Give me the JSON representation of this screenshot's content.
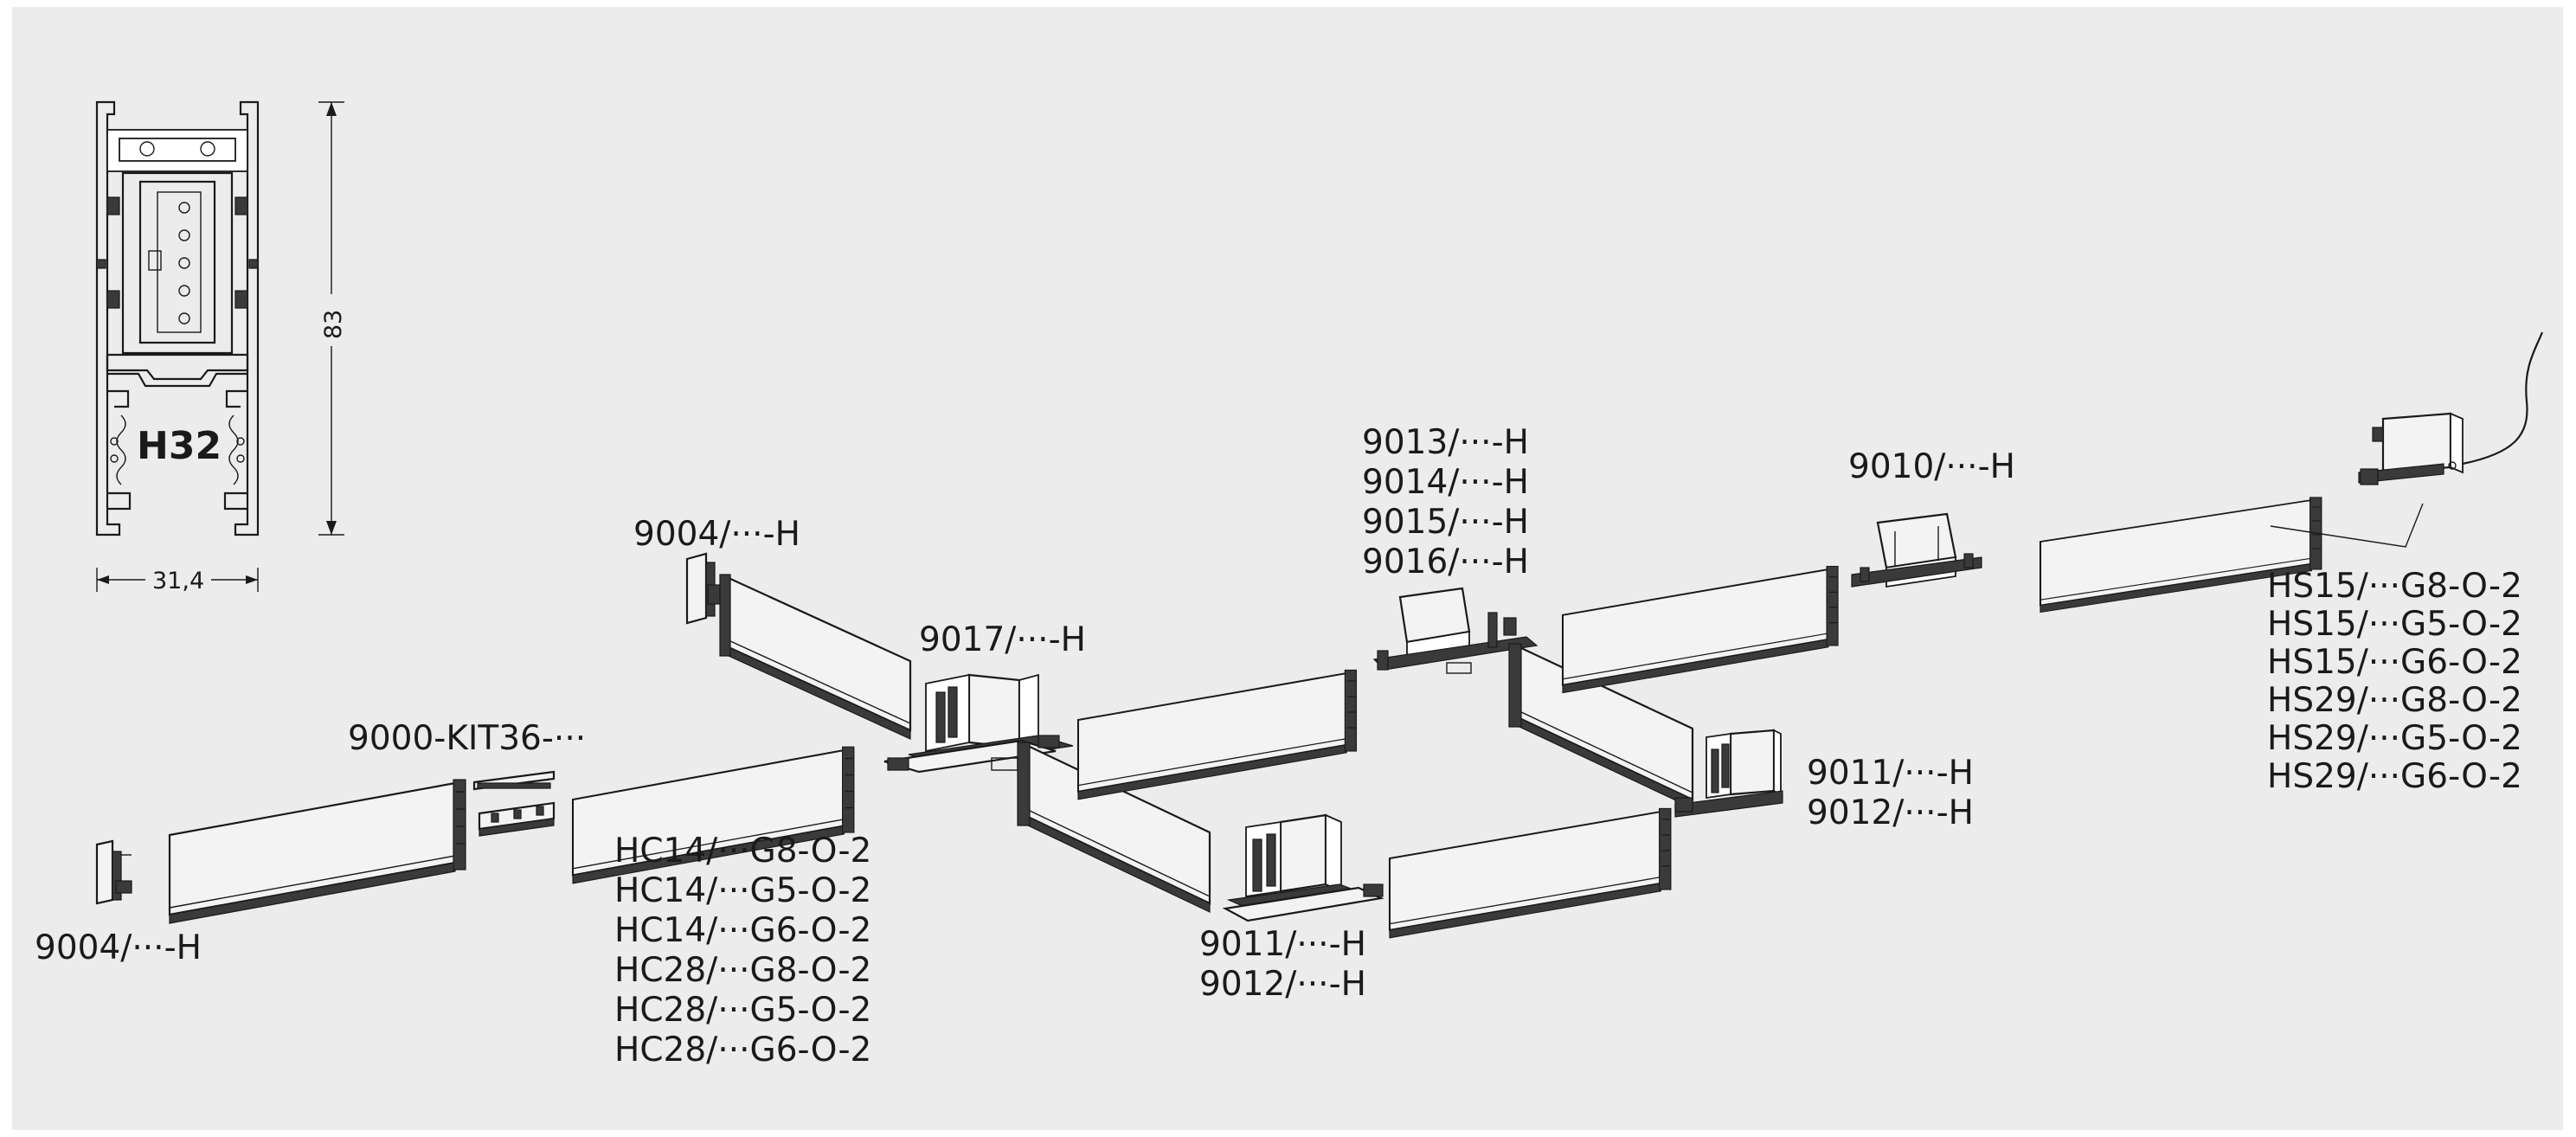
{
  "profile": {
    "name": "H32",
    "height_dim": "83",
    "width_dim": "31,4"
  },
  "labels": {
    "end_cap_top": "9004/···-H",
    "end_cap_bottom": "9004/···-H",
    "connector_kit": "9000-KIT36-···",
    "x_connector": "9017/···-H",
    "t_connectors_top": [
      "9013/···-H",
      "9014/···-H",
      "9015/···-H",
      "9016/···-H"
    ],
    "straight_connector": "9010/···-H",
    "feed_in": [
      "HS15/···G8-O-2",
      "HS15/···G5-O-2",
      "HS15/···G6-O-2",
      "HS29/···G8-O-2",
      "HS29/···G5-O-2",
      "HS29/···G6-O-2"
    ],
    "tracks": [
      "HC14/···G8-O-2",
      "HC14/···G5-O-2",
      "HC14/···G6-O-2",
      "HC28/···G8-O-2",
      "HC28/···G5-O-2",
      "HC28/···G6-O-2"
    ],
    "corner_right": [
      "9011/···-H",
      "9012/···-H"
    ],
    "corner_bottom": [
      "9011/···-H",
      "9012/···-H"
    ]
  },
  "colors": {
    "background": "#ececec",
    "line": "#1a1a1a"
  }
}
